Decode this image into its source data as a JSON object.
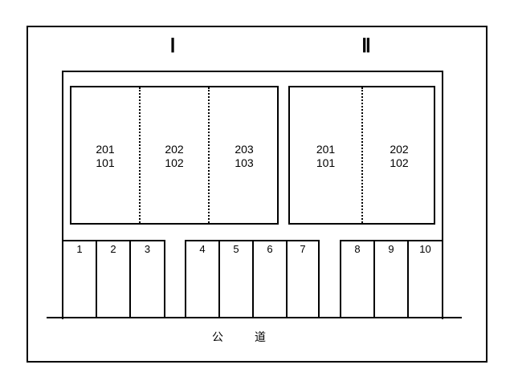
{
  "buildings": [
    {
      "label": "Ⅰ",
      "units": [
        {
          "upper": "201",
          "lower": "101"
        },
        {
          "upper": "202",
          "lower": "102"
        },
        {
          "upper": "203",
          "lower": "103"
        }
      ]
    },
    {
      "label": "Ⅱ",
      "units": [
        {
          "upper": "201",
          "lower": "101"
        },
        {
          "upper": "202",
          "lower": "102"
        }
      ]
    }
  ],
  "parking": [
    "1",
    "2",
    "3",
    "4",
    "5",
    "6",
    "7",
    "8",
    "9",
    "10"
  ],
  "road": {
    "char1": "公",
    "char2": "道"
  }
}
